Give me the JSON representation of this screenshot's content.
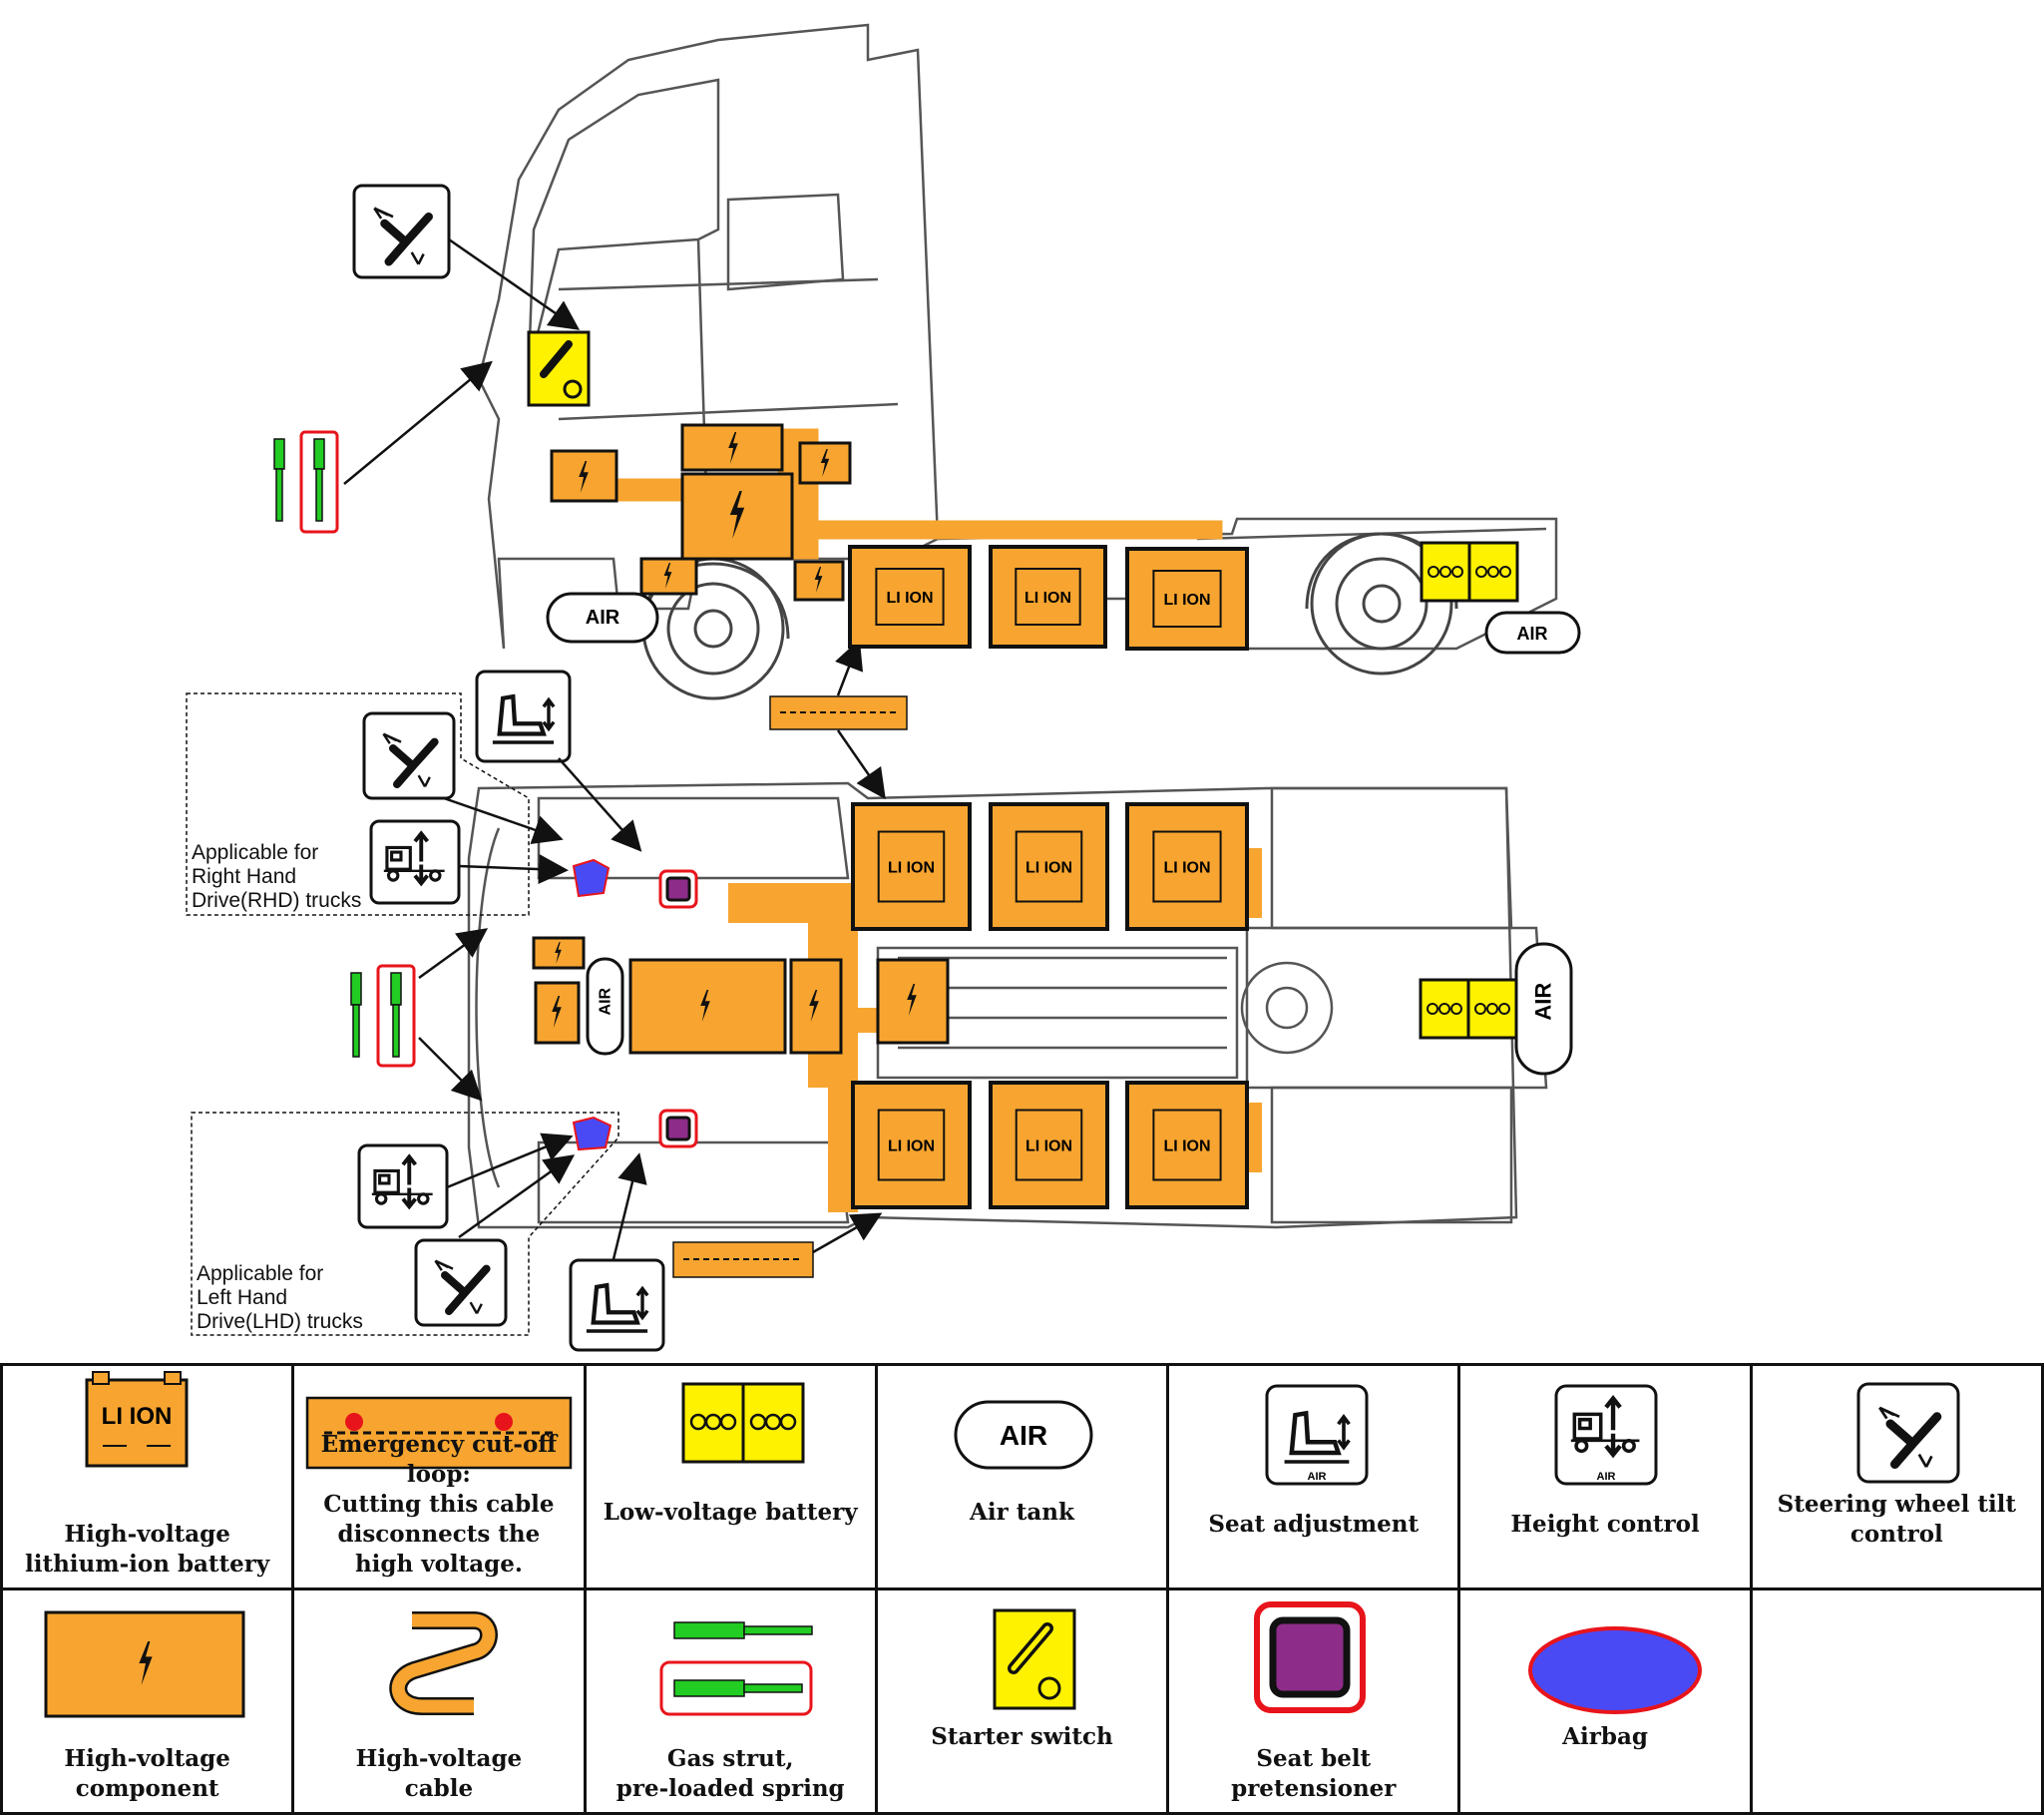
{
  "diagram": {
    "labels": {
      "li_ion": "LI ION",
      "air": "AIR",
      "air_small": "AIR"
    },
    "notes": {
      "rhd": "Applicable for\nRight Hand\nDrive(RHD) trucks",
      "lhd": "Applicable for\nLeft Hand\nDrive(LHD) trucks"
    }
  },
  "legend": {
    "row1": [
      {
        "icon": "li-ion-battery-icon",
        "label": "High-voltage\nlithium-ion battery"
      },
      {
        "icon": "cut-off-loop-icon",
        "label": "Emergency cut-off loop:\nCutting this cable\ndisconnects the\nhigh voltage."
      },
      {
        "icon": "low-voltage-battery-icon",
        "label": "Low-voltage battery"
      },
      {
        "icon": "air-tank-icon",
        "label": "Air tank"
      },
      {
        "icon": "seat-adjustment-icon",
        "label": "Seat adjustment"
      },
      {
        "icon": "height-control-icon",
        "label": "Height control"
      },
      {
        "icon": "steering-tilt-icon",
        "label": "Steering wheel tilt\ncontrol"
      }
    ],
    "row2": [
      {
        "icon": "hv-component-icon",
        "label": "High-voltage\ncomponent"
      },
      {
        "icon": "hv-cable-icon",
        "label": "High-voltage\ncable"
      },
      {
        "icon": "gas-strut-icon",
        "label": "Gas strut,\npre-loaded spring"
      },
      {
        "icon": "starter-switch-icon",
        "label": "Starter switch"
      },
      {
        "icon": "seat-belt-pretensioner-icon",
        "label": "Seat belt\npretensioner"
      },
      {
        "icon": "airbag-icon",
        "label": "Airbag"
      },
      {
        "icon": "",
        "label": ""
      }
    ]
  },
  "colors": {
    "hv_orange": "#F7A530",
    "lv_yellow": "#FFF200",
    "gas_green": "#22CC22",
    "red_outline": "#E8141B",
    "airbag_blue": "#4A4AF5",
    "pretensioner_purple": "#8E2C8A"
  }
}
